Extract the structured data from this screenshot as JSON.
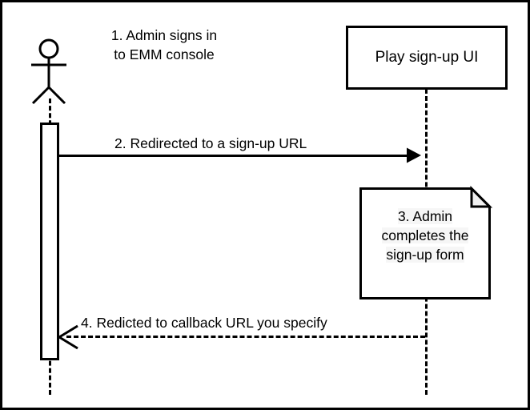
{
  "diagram": {
    "title": "Play sign-up flow sequence diagram",
    "background_color": "#ffffff",
    "stroke_color": "#000000",
    "note_fill_color": "#f6f6f6",
    "border_color": "#000000"
  },
  "actor": {
    "icon": "stick-figure-actor-icon",
    "caption": "1. Admin signs in\nto EMM console"
  },
  "participant": {
    "label": "Play sign-up UI"
  },
  "messages": [
    {
      "id": "msg2",
      "label": "2. Redirected to a sign-up URL",
      "style": "solid",
      "arrowhead": "filled",
      "direction": "left-to-right"
    },
    {
      "id": "msg4",
      "label": "4. Redicted to callback URL you specify",
      "style": "dashed",
      "arrowhead": "open",
      "direction": "right-to-left"
    }
  ],
  "note": {
    "text": "3. Admin\ncompletes the\nsign-up form",
    "shape": "dog-eared-note"
  }
}
